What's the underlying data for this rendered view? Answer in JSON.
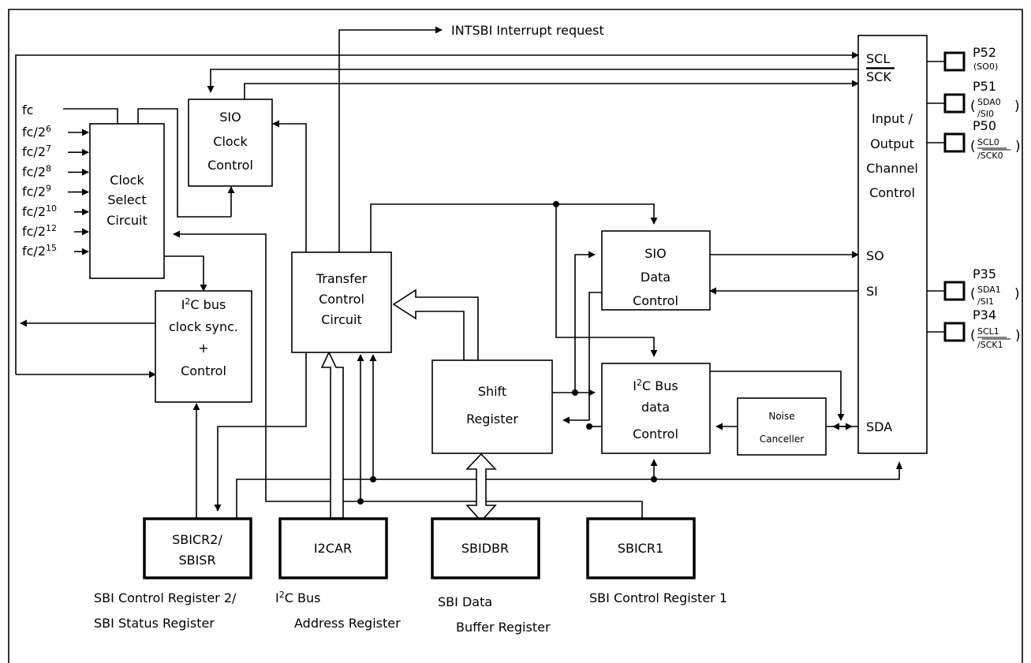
{
  "diagram": {
    "interrupt_label": "INTSBI Interrupt request",
    "clock_inputs": {
      "fc": "fc",
      "fc_prefix": "fc/2",
      "exponents": [
        "6",
        "7",
        "8",
        "9",
        "10",
        "12",
        "15"
      ]
    },
    "blocks": {
      "clock_select": [
        "Clock",
        "Select",
        "Circuit"
      ],
      "sio_clock": [
        "SIO",
        "Clock",
        "Control"
      ],
      "i2c_sync": {
        "line1_prefix": "I",
        "line1_sup": "2",
        "line1_suffix": "C bus",
        "line2": "clock sync.",
        "line3": "+",
        "line4": "Control"
      },
      "transfer": [
        "Transfer",
        "Control",
        "Circuit"
      ],
      "shift": [
        "Shift",
        "Register"
      ],
      "sio_data": [
        "SIO",
        "Data",
        "Control"
      ],
      "i2c_data": {
        "line1_prefix": "I",
        "line1_sup": "2",
        "line1_suffix": "C Bus",
        "line2": "data",
        "line3": "Control"
      },
      "noise": [
        "Noise",
        "Canceller"
      ],
      "io_channel": {
        "scl": "SCL",
        "sck": "SCK",
        "control": [
          "Input /",
          "Output",
          "Channel",
          "Control"
        ],
        "so": "SO",
        "si": "SI",
        "sda": "SDA"
      }
    },
    "registers": {
      "sbicr2": [
        "SBICR2/",
        "SBISR"
      ],
      "i2car": "I2CAR",
      "sbidbr": "SBIDBR",
      "sbicr1": "SBICR1"
    },
    "register_captions": {
      "sbicr2": [
        "SBI Control Register 2/",
        "SBI Status Register"
      ],
      "i2car": {
        "line1_prefix": "I",
        "line1_sup": "2",
        "line1_suffix": "C Bus",
        "line2": "Address Register"
      },
      "sbidbr": [
        "SBI Data",
        "Buffer Register"
      ],
      "sbicr1": "SBI Control Register 1"
    },
    "pins": {
      "p52": {
        "name": "P52",
        "alt": "SO0"
      },
      "p51": {
        "name": "P51",
        "alt1": "SDA0",
        "alt2": "SI0"
      },
      "p50": {
        "name": "P50",
        "alt1": "SCL0",
        "alt2": "SCK0"
      },
      "p35": {
        "name": "P35",
        "alt1": "SDA1",
        "alt2": "SI1"
      },
      "p34": {
        "name": "P34",
        "alt1": "SCL1",
        "alt2": "SCK1"
      }
    }
  }
}
